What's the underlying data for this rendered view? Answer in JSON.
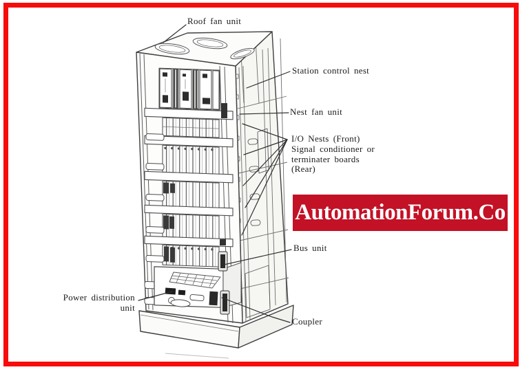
{
  "page": {
    "background": "#ffffff",
    "frame_border_color": "#f70c0c"
  },
  "banner": {
    "text": "AutomationForum.Co",
    "background_color": "#c31126",
    "text_color": "#ffffff"
  },
  "diagram": {
    "ink_color": "#3f3f3f",
    "labels": {
      "roof_fan": "Roof fan unit",
      "station_control": "Station control nest",
      "nest_fan": "Nest fan unit",
      "io_line1": "I/O Nests (Front)",
      "io_line2": "Signal conditioner or",
      "io_line3": "terminater boards",
      "io_line4": "(Rear)",
      "bus_unit": "Bus unit",
      "coupler": "Coupler",
      "power_line1": "Power distribution",
      "power_line2": "unit"
    }
  }
}
